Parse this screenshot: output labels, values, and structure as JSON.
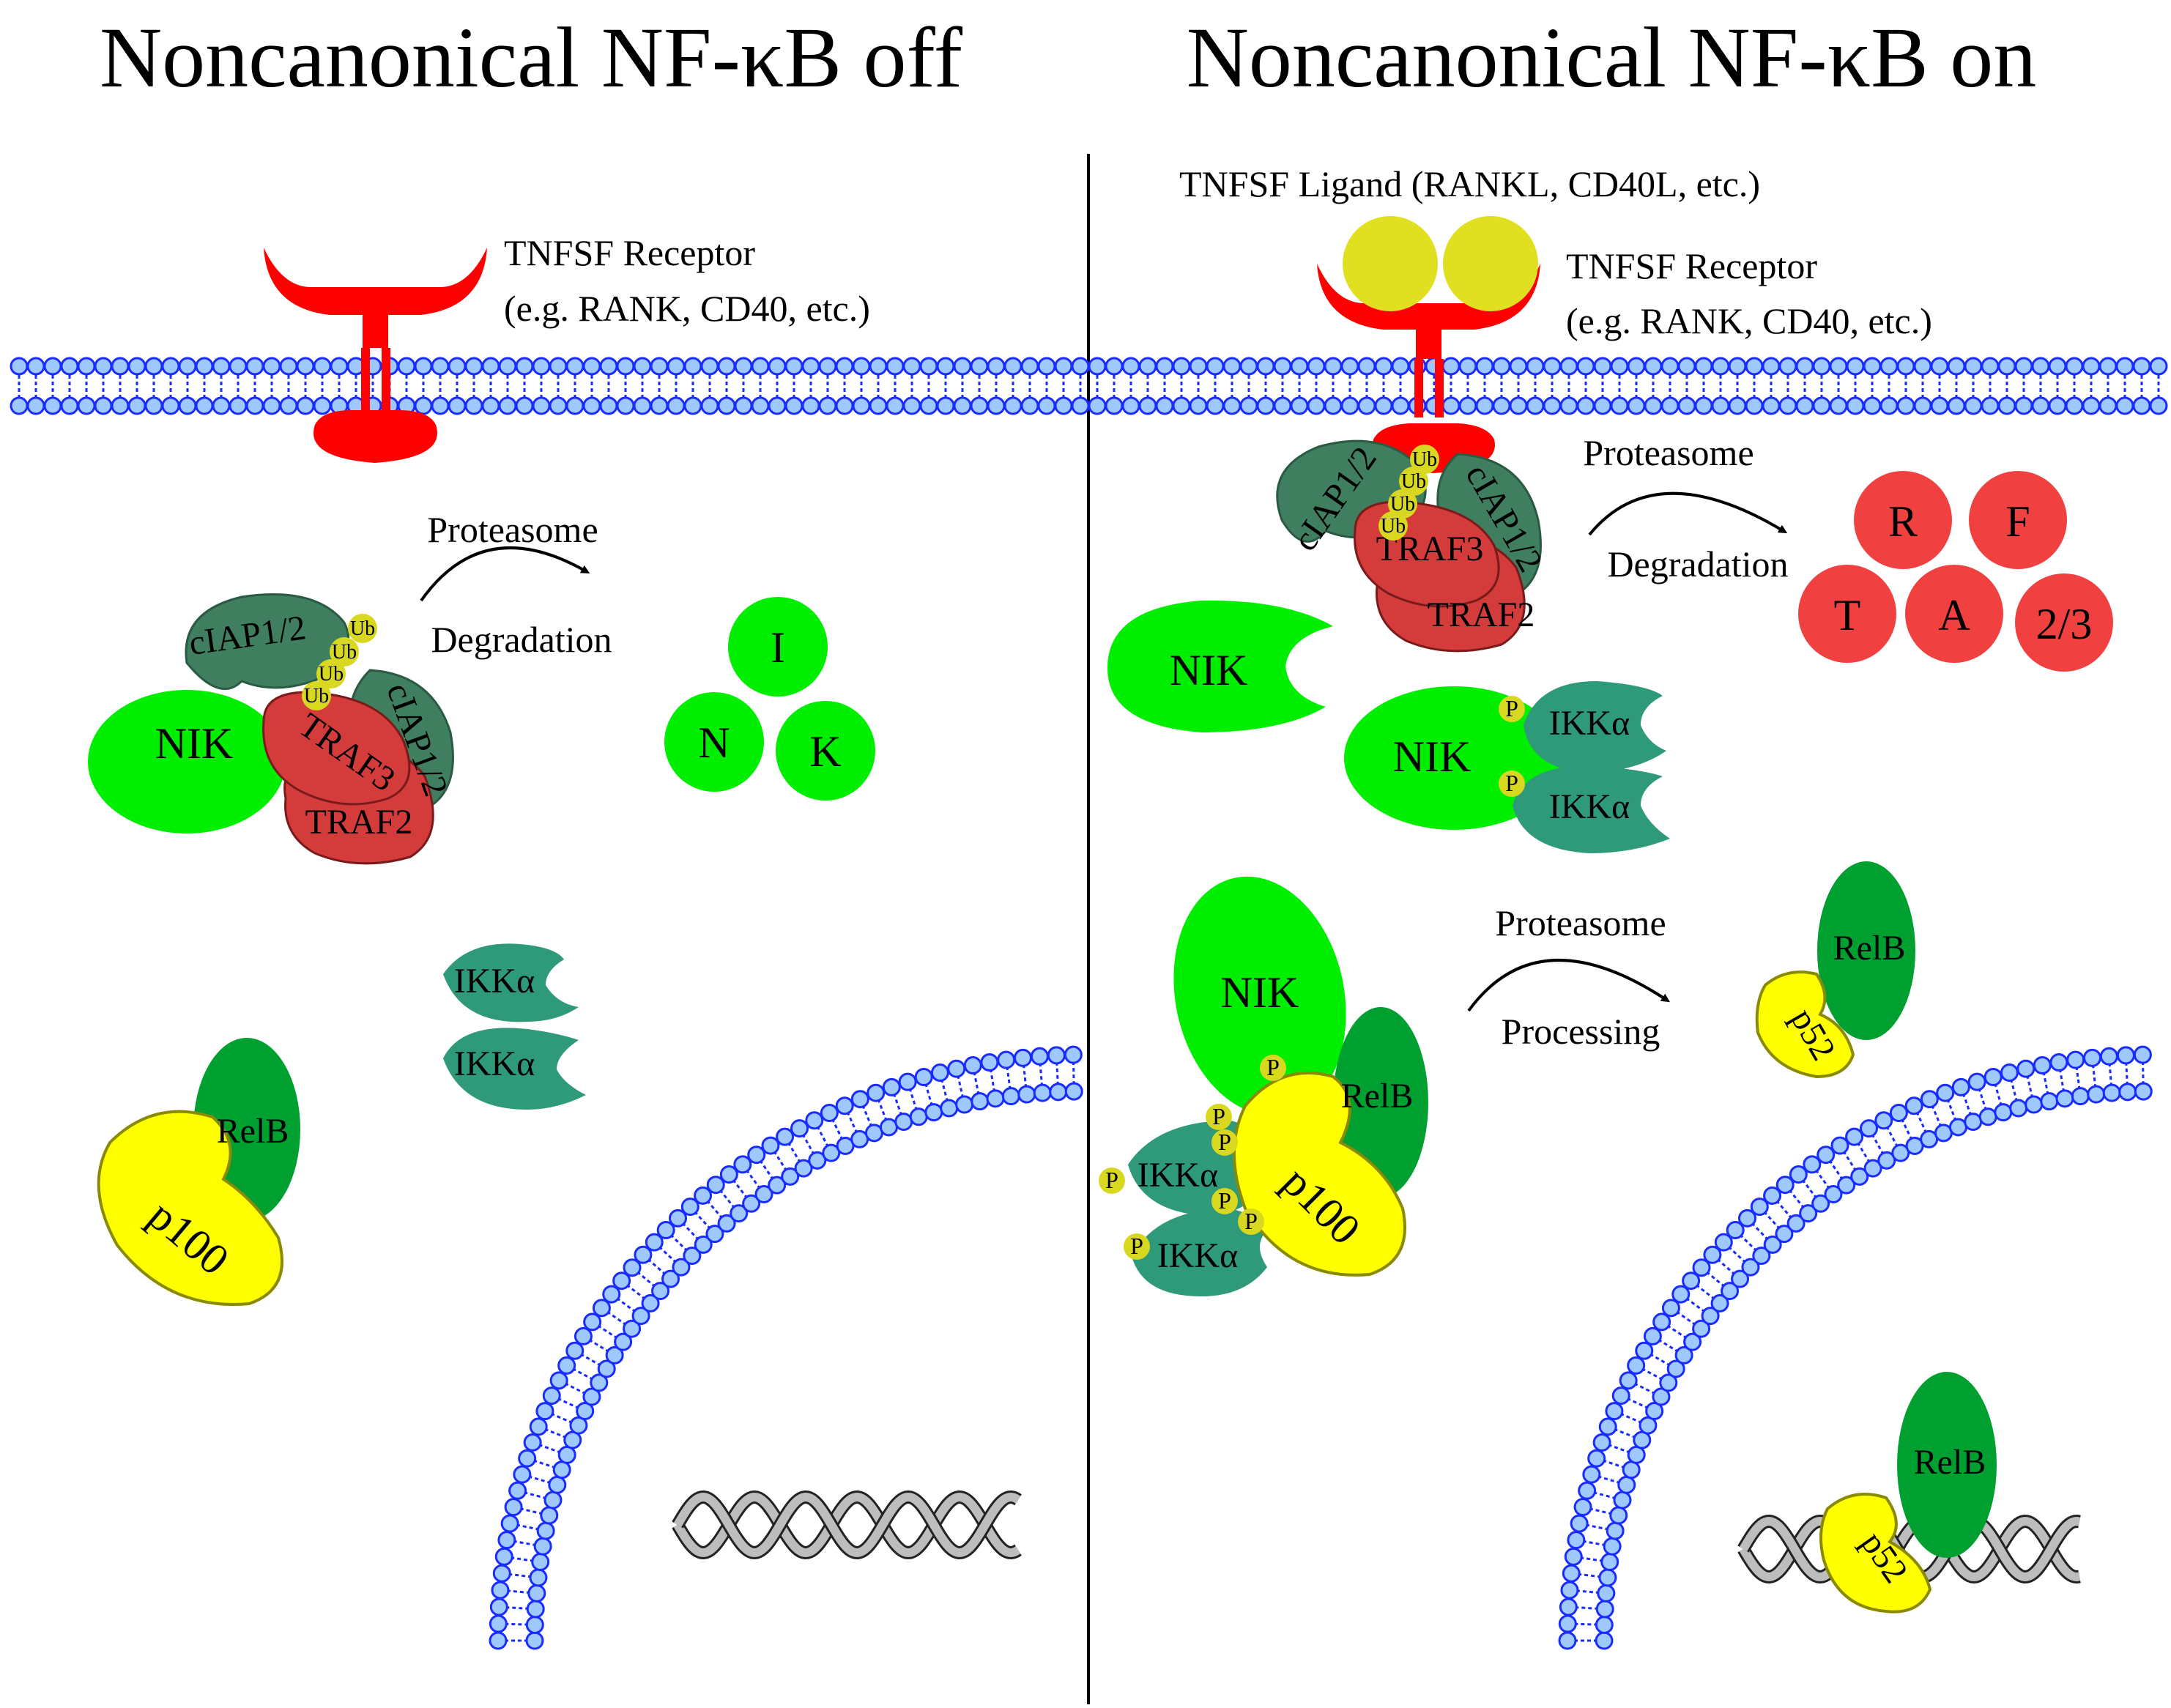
{
  "titles": {
    "off": "Noncanonical NF-κB off",
    "on": "Noncanonical NF-κB on"
  },
  "labels": {
    "receptor_line1": "TNFSF Receptor",
    "receptor_line2": "(e.g. RANK, CD40, etc.)",
    "ligand": "TNFSF Ligand (RANKL, CD40L, etc.)",
    "proteasome": "Proteasome",
    "degradation": "Degradation",
    "processing": "Processing"
  },
  "molecules": {
    "nik": "NIK",
    "ciap": "cIAP1/2",
    "traf3": "TRAF3",
    "traf2": "TRAF2",
    "ub": "Ub",
    "ikka": "IKKα",
    "relb": "RelB",
    "p100": "p100",
    "p52": "p52",
    "phos": "P"
  },
  "fragments": {
    "nik": [
      "I",
      "N",
      "K"
    ],
    "traf": [
      "R",
      "F",
      "T",
      "A",
      "2/3"
    ]
  },
  "colors": {
    "receptor": "#ff0000",
    "membrane": "#1a2bff",
    "membrane_fill": "#9fc8ff",
    "nik": "#00ee00",
    "ciap": "#3f7f5f",
    "traf": "#d43c3c",
    "ikka": "#2f9a7a",
    "relb": "#00a030",
    "p100": "#ffff00",
    "ligand": "#e0e020",
    "ub": "#d8d820",
    "degraded": "#f04040"
  }
}
